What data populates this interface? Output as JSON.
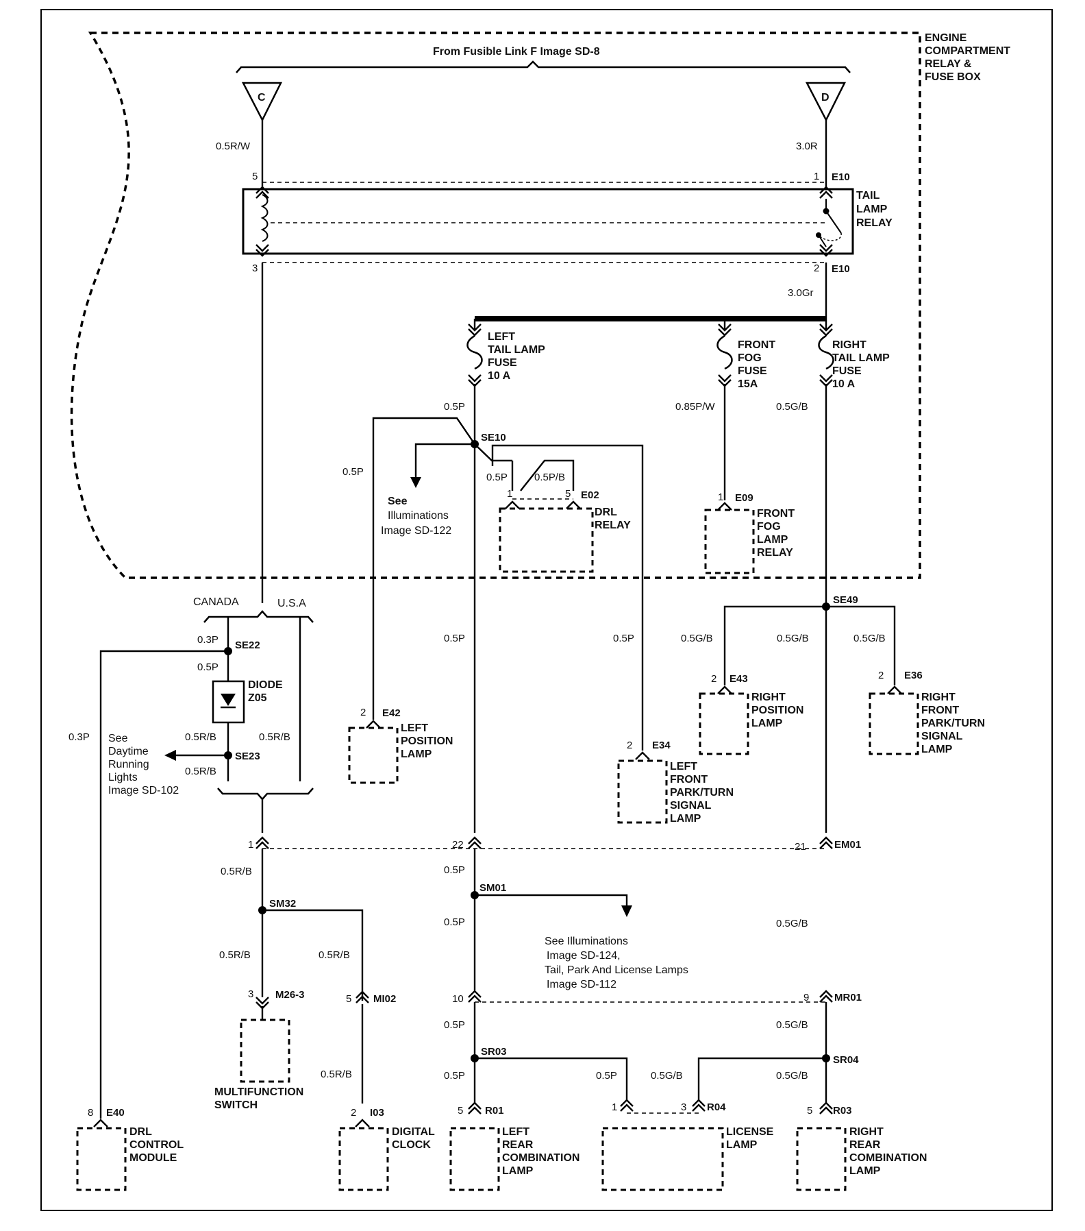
{
  "source_label": "From Fusible Link F  Image SD-8",
  "enclosure_label": [
    "ENGINE",
    "COMPARTMENT",
    "RELAY &",
    "FUSE BOX"
  ],
  "terminals": {
    "c": "C",
    "d": "D"
  },
  "relay": {
    "name": [
      "TAIL",
      "LAMP",
      "RELAY"
    ],
    "pin_top_left": "5",
    "pin_top_right": "1",
    "pin_bottom_left": "3",
    "pin_bottom_right": "2",
    "conn_top": "E10",
    "conn_bottom": "E10"
  },
  "fuses": {
    "left": [
      "LEFT",
      "TAIL LAMP",
      "FUSE",
      "10 A"
    ],
    "fog": [
      "FRONT",
      "FOG",
      "FUSE",
      "15A"
    ],
    "right": [
      "RIGHT",
      "TAIL LAMP",
      "FUSE",
      "10 A"
    ]
  },
  "wires": {
    "w_05RW": "0.5R/W",
    "w_30R": "3.0R",
    "w_30Gr": "3.0Gr",
    "w_05P": "0.5P",
    "w_085PW": "0.85P/W",
    "w_05GB": "0.5G/B",
    "w_03P": "0.3P",
    "w_05RB": "0.5R/B",
    "w_05PB": "0.5P/B"
  },
  "splices": {
    "se10": "SE10",
    "se22": "SE22",
    "se23": "SE23",
    "se49": "SE49",
    "sm01": "SM01",
    "sm32": "SM32",
    "sr03": "SR03",
    "sr04": "SR04"
  },
  "regions": {
    "canada": "CANADA",
    "usa": "U.S.A"
  },
  "notes": {
    "illum122": [
      "See",
      "Illuminations",
      "Image SD-122"
    ],
    "drl102": [
      "See",
      "Daytime",
      "Running",
      "Lights",
      "Image SD-102"
    ],
    "illum124": [
      "See Illuminations",
      "Image SD-124,",
      "Tail, Park And License Lamps",
      "Image SD-112"
    ]
  },
  "diode": [
    "DIODE",
    "Z05"
  ],
  "components": {
    "drl_relay": {
      "name": [
        "DRL",
        "RELAY"
      ],
      "conn": "E02",
      "pin1": "1",
      "pin5": "5"
    },
    "fog_relay": {
      "name": [
        "FRONT",
        "FOG",
        "LAMP",
        "RELAY"
      ],
      "conn": "E09",
      "pin": "1"
    },
    "left_pos": {
      "name": [
        "LEFT",
        "POSITION",
        "LAMP"
      ],
      "conn": "E42",
      "pin": "2"
    },
    "left_front": {
      "name": [
        "LEFT",
        "FRONT",
        "PARK/TURN",
        "SIGNAL",
        "LAMP"
      ],
      "conn": "E34",
      "pin": "2"
    },
    "right_pos": {
      "name": [
        "RIGHT",
        "POSITION",
        "LAMP"
      ],
      "conn": "E43",
      "pin": "2"
    },
    "right_front": {
      "name": [
        "RIGHT",
        "FRONT",
        "PARK/TURN",
        "SIGNAL",
        "LAMP"
      ],
      "conn": "E36",
      "pin": "2"
    },
    "multifunction": {
      "name": [
        "MULTIFUNCTION",
        "SWITCH"
      ],
      "conn": "M26-3",
      "pin": "3"
    },
    "mi02": {
      "conn": "MI02",
      "pin": "5"
    },
    "drl_module": {
      "name": [
        "DRL",
        "CONTROL",
        "MODULE"
      ],
      "conn": "E40",
      "pin": "8"
    },
    "digital_clock": {
      "name": [
        "DIGITAL",
        "CLOCK"
      ],
      "conn": "I03",
      "pin": "2"
    },
    "left_rear": {
      "name": [
        "LEFT",
        "REAR",
        "COMBINATION",
        "LAMP"
      ],
      "conn": "R01",
      "pin": "5"
    },
    "license": {
      "name": [
        "LICENSE",
        "LAMP"
      ],
      "conn": "R04",
      "pin1": "1",
      "pin3": "3"
    },
    "right_rear": {
      "name": [
        "RIGHT",
        "REAR",
        "COMBINATION",
        "LAMP"
      ],
      "conn": "R03",
      "pin": "5"
    }
  },
  "connectors": {
    "em01": {
      "name": "EM01",
      "pin_a": "1",
      "pin_b": "22",
      "pin_c": "21"
    },
    "mr01": {
      "name": "MR01",
      "pin_a": "10",
      "pin_b": "9"
    }
  }
}
